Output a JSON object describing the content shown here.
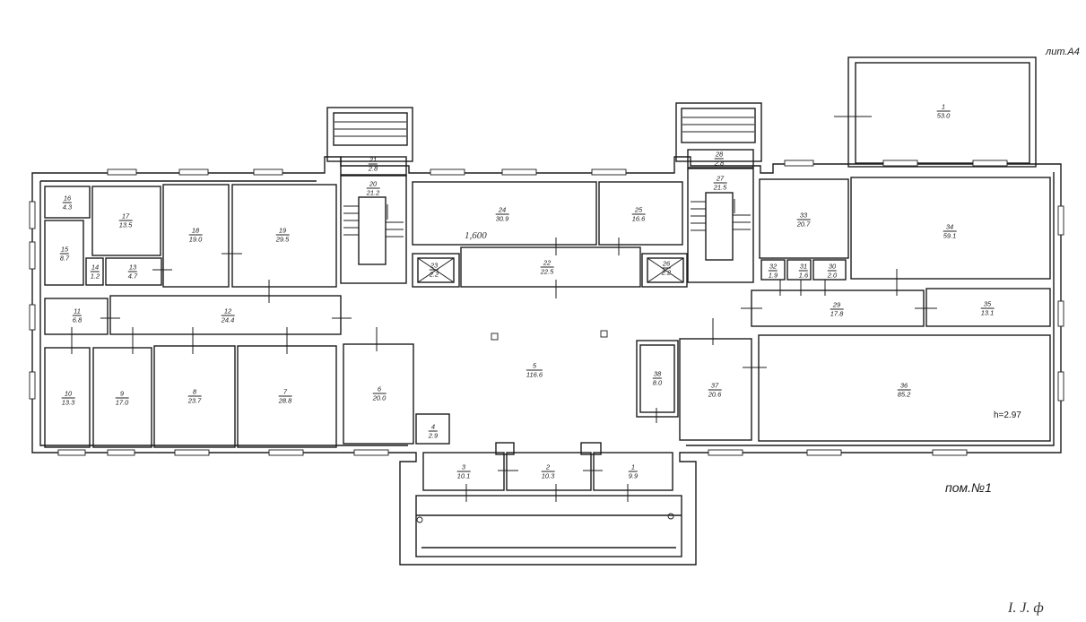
{
  "title": "лит.А4",
  "floor_label": "пом.№1",
  "ceiling_height": "h=2.97",
  "handwritten": [
    "1,600",
    "I.   J.   ф"
  ],
  "colors": {
    "line": "#1c1c1c",
    "paper": "#ffffff",
    "text": "#1a1a1a"
  },
  "rooms": [
    {
      "id": "r1a",
      "num": "1",
      "area": "53.0"
    },
    {
      "id": "r16",
      "num": "16",
      "area": "4.3"
    },
    {
      "id": "r17",
      "num": "17",
      "area": "13.5"
    },
    {
      "id": "r18",
      "num": "18",
      "area": "19.0"
    },
    {
      "id": "r19",
      "num": "19",
      "area": "29.5"
    },
    {
      "id": "r15",
      "num": "15",
      "area": "8.7"
    },
    {
      "id": "r14",
      "num": "14",
      "area": "1.2"
    },
    {
      "id": "r13",
      "num": "13",
      "area": "4.7"
    },
    {
      "id": "r21",
      "num": "21",
      "area": "2.8"
    },
    {
      "id": "r20",
      "num": "20",
      "area": "21.2"
    },
    {
      "id": "r24",
      "num": "24",
      "area": "30.9"
    },
    {
      "id": "r25",
      "num": "25",
      "area": "16.6"
    },
    {
      "id": "r23",
      "num": "23",
      "area": "2.2"
    },
    {
      "id": "r22",
      "num": "22",
      "area": "22.5"
    },
    {
      "id": "r26",
      "num": "26",
      "area": "2.2"
    },
    {
      "id": "r28",
      "num": "28",
      "area": "2.8"
    },
    {
      "id": "r27",
      "num": "27",
      "area": "21.5"
    },
    {
      "id": "r33",
      "num": "33",
      "area": "20.7"
    },
    {
      "id": "r34",
      "num": "34",
      "area": "59.1"
    },
    {
      "id": "r32",
      "num": "32",
      "area": "1.9"
    },
    {
      "id": "r31",
      "num": "31",
      "area": "1.6"
    },
    {
      "id": "r30",
      "num": "30",
      "area": "2.0"
    },
    {
      "id": "r11",
      "num": "11",
      "area": "6.8"
    },
    {
      "id": "r12",
      "num": "12",
      "area": "24.4"
    },
    {
      "id": "r29",
      "num": "29",
      "area": "17.8"
    },
    {
      "id": "r35",
      "num": "35",
      "area": "13.1"
    },
    {
      "id": "r10",
      "num": "10",
      "area": "13.3"
    },
    {
      "id": "r9",
      "num": "9",
      "area": "17.0"
    },
    {
      "id": "r8",
      "num": "8",
      "area": "23.7"
    },
    {
      "id": "r7",
      "num": "7",
      "area": "28.8"
    },
    {
      "id": "r6",
      "num": "6",
      "area": "20.0"
    },
    {
      "id": "r5",
      "num": "5",
      "area": "116.6"
    },
    {
      "id": "r38",
      "num": "38",
      "area": "8.0"
    },
    {
      "id": "r37",
      "num": "37",
      "area": "20.6"
    },
    {
      "id": "r36",
      "num": "36",
      "area": "85.2"
    },
    {
      "id": "r4",
      "num": "4",
      "area": "2.9"
    },
    {
      "id": "r3",
      "num": "3",
      "area": "10.1"
    },
    {
      "id": "r2",
      "num": "2",
      "area": "10.3"
    },
    {
      "id": "r1",
      "num": "1",
      "area": "9.9"
    }
  ]
}
